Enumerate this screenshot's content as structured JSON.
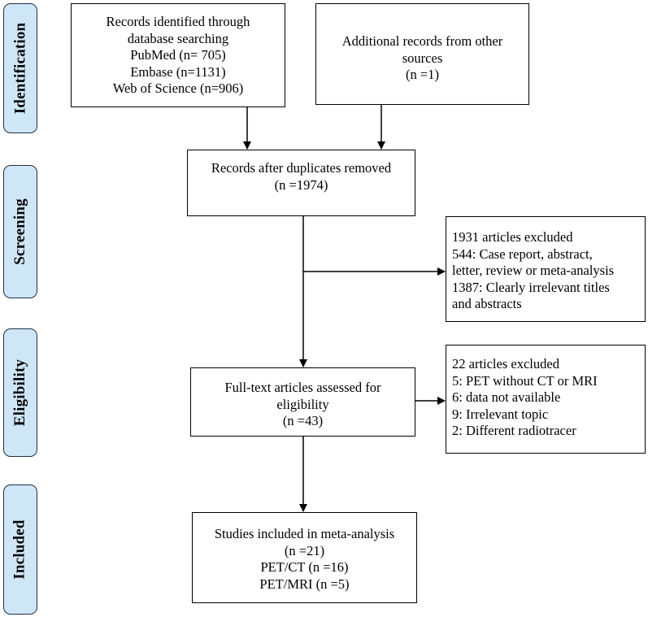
{
  "stages": [
    {
      "id": "identification",
      "label": "Identification"
    },
    {
      "id": "screening",
      "label": "Screening"
    },
    {
      "id": "eligibility",
      "label": "Eligibility"
    },
    {
      "id": "included",
      "label": "Included"
    }
  ],
  "boxes": {
    "database_search": {
      "lines": [
        "Records identified through",
        "database searching",
        "PubMed (n= 705)",
        "Embase (n=1131)",
        "Web of Science (n=906)"
      ]
    },
    "other_sources": {
      "lines": [
        "Additional records from other",
        "sources",
        "(n =1)"
      ]
    },
    "duplicates_removed": {
      "lines": [
        "Records after duplicates removed",
        "(n =1974)"
      ]
    },
    "screening_excluded": {
      "lines": [
        "1931 articles excluded",
        "544: Case report, abstract,",
        "letter, review or meta-analysis",
        "1387: Clearly irrelevant titles",
        "and abstracts"
      ]
    },
    "full_text": {
      "lines": [
        "Full-text articles assessed for",
        "eligibility",
        "(n =43)"
      ]
    },
    "eligibility_excluded": {
      "lines": [
        "22 articles excluded",
        "5: PET without CT or MRI",
        "6: data not available",
        "9: Irrelevant topic",
        "2: Different radiotracer"
      ]
    },
    "included_studies": {
      "lines": [
        "Studies included in meta-analysis",
        "(n =21)",
        "PET/CT (n =16)",
        "PET/MRI (n =5)"
      ]
    }
  }
}
